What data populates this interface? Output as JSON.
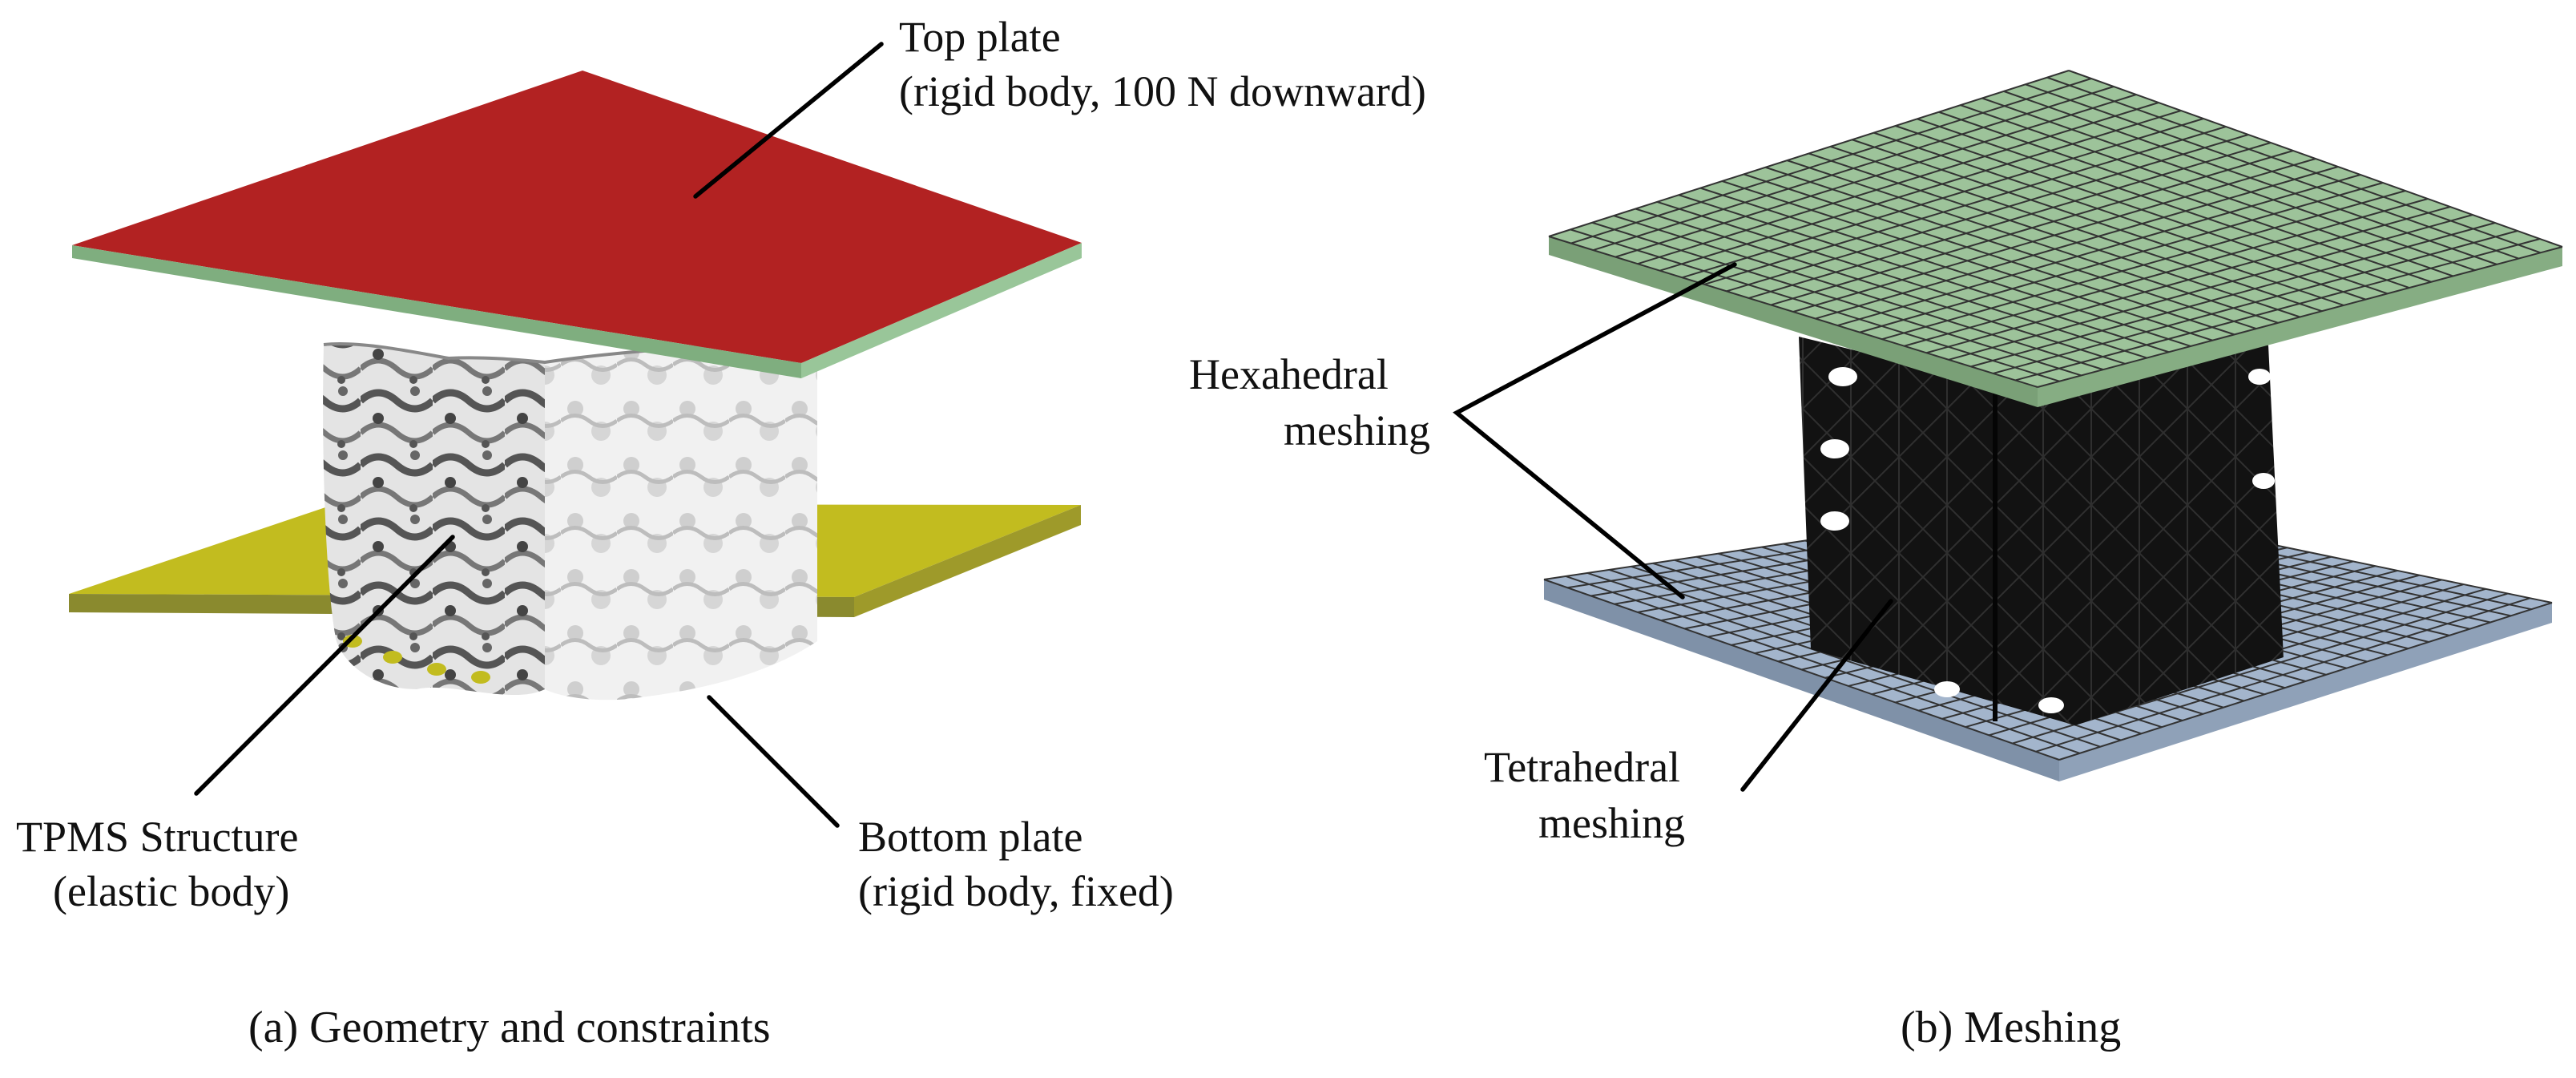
{
  "panel_a": {
    "caption": "(a) Geometry and constraints",
    "top_plate": {
      "title": "Top plate",
      "detail": "(rigid body, 100 N downward)"
    },
    "tpms": {
      "title": "TPMS Structure",
      "detail": "(elastic body)"
    },
    "bottom_plate": {
      "title": "Bottom plate",
      "detail": "(rigid body, fixed)"
    }
  },
  "panel_b": {
    "caption": "(b) Meshing",
    "hexa": {
      "line1": "Hexahedral",
      "line2": "meshing"
    },
    "tetra": {
      "line1": "Tetrahedral",
      "line2": "meshing"
    }
  },
  "colors": {
    "top_plate_face": "#b22222",
    "plate_edge_green": "#8fbf8f",
    "bottom_plate_face": "#c2bc1f",
    "mesh_top_face": "#9dc39a",
    "mesh_bottom_face": "#a3b5cc",
    "mesh_lines": "#333333",
    "tpms_fill": "#e8e8e8",
    "tetra_fill": "#111111"
  },
  "icons": [
    "plate-3d",
    "porous-lattice-block",
    "mesh-grid"
  ]
}
